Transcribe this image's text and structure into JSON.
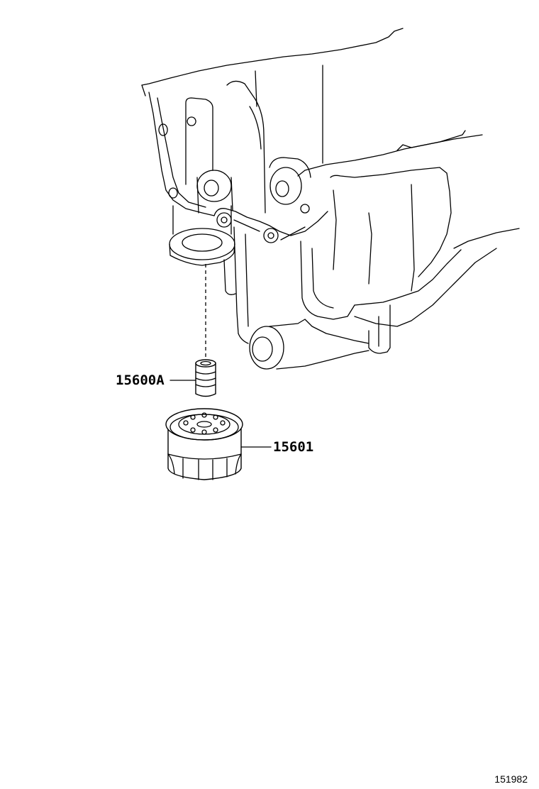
{
  "diagram": {
    "parts": [
      {
        "number": "15600A",
        "part": "oil-filter-union-bolt"
      },
      {
        "number": "15601",
        "part": "oil-filter"
      }
    ],
    "diagram_id": "151982"
  }
}
